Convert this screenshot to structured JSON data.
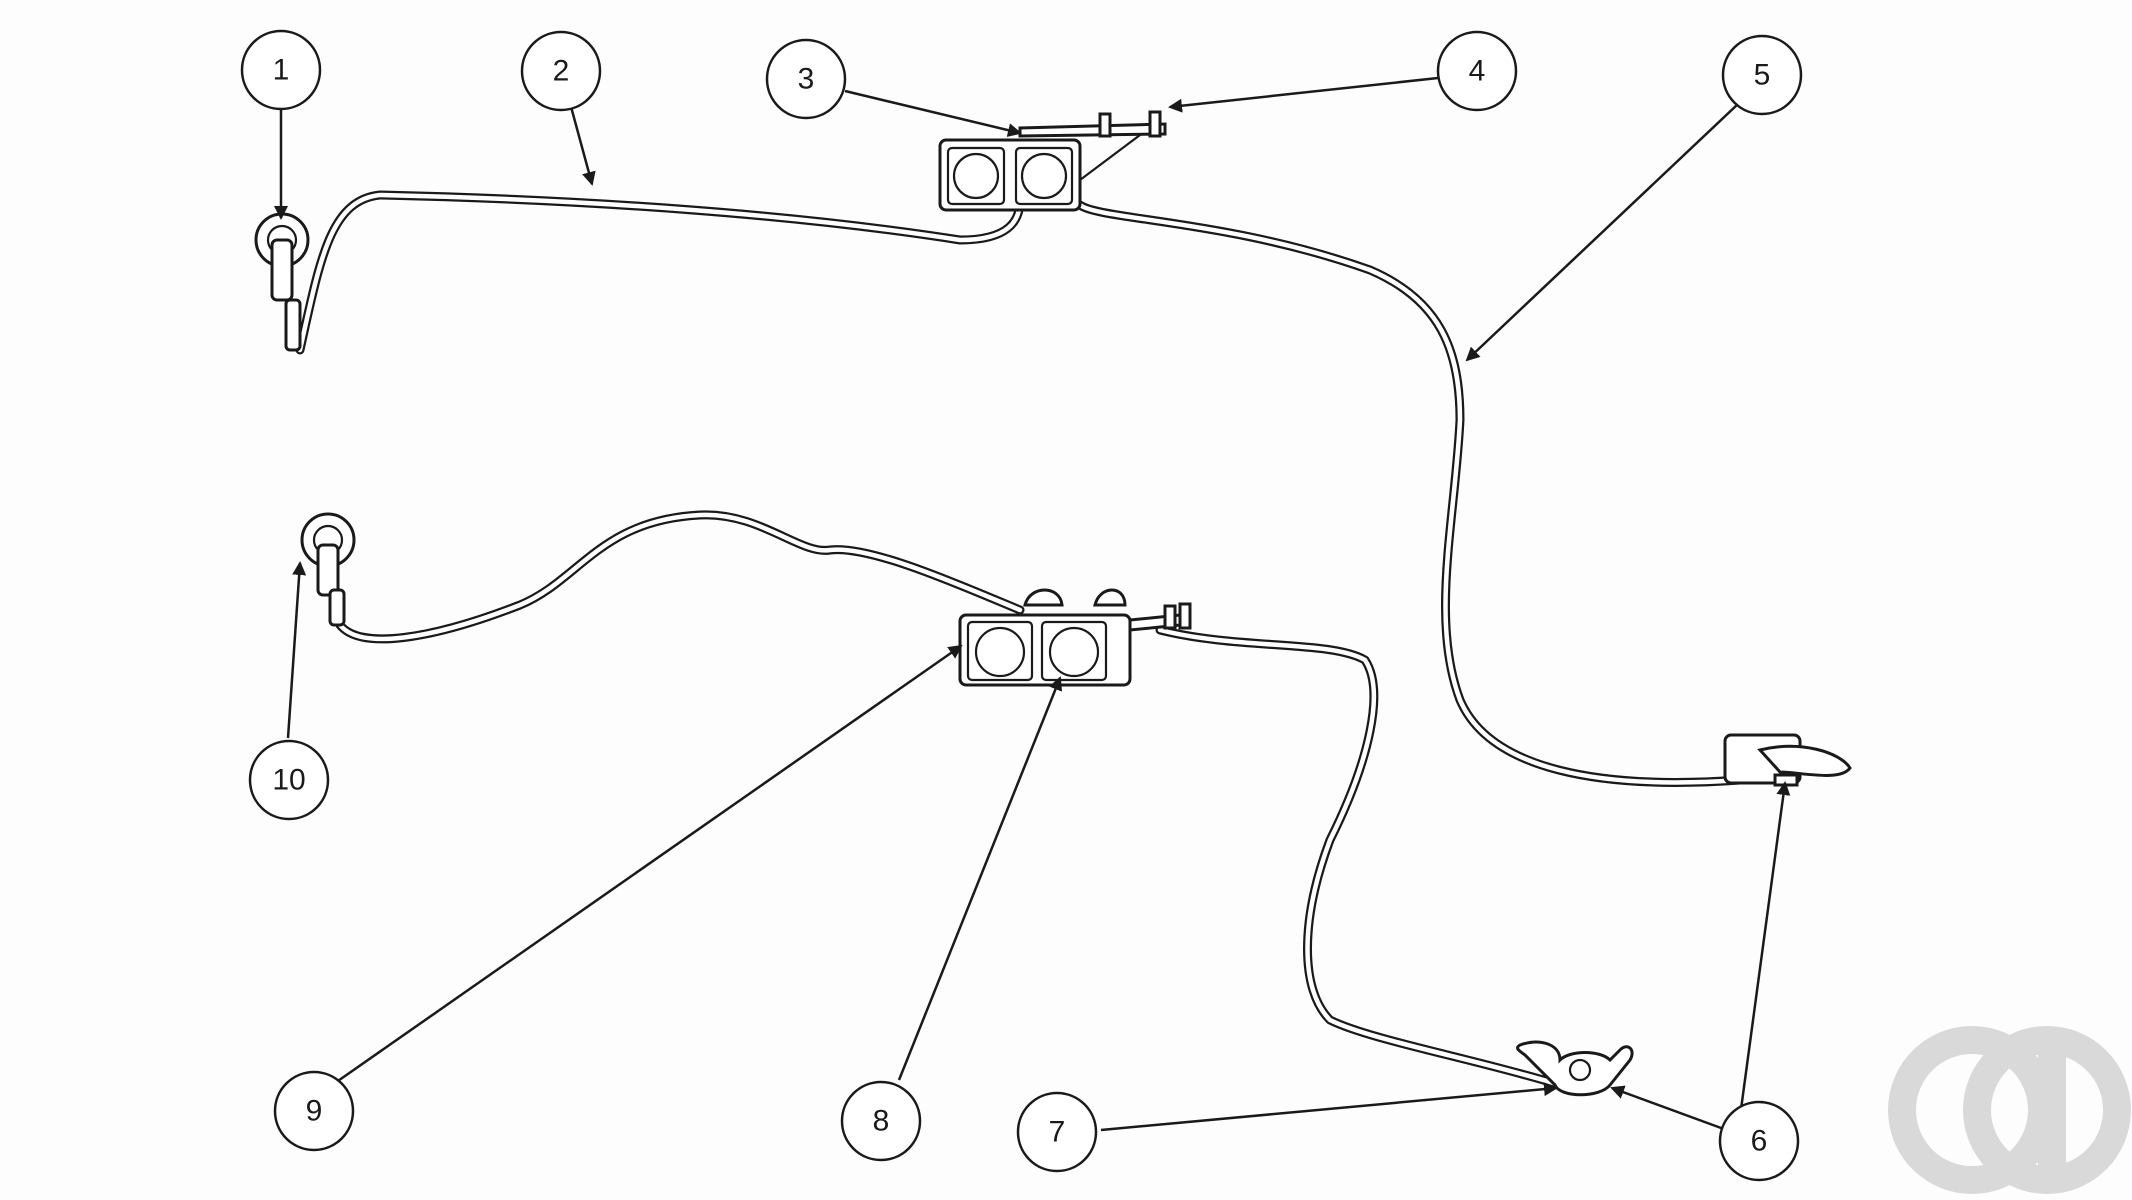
{
  "diagram": {
    "callouts": [
      {
        "id": "1",
        "label": "1"
      },
      {
        "id": "2",
        "label": "2"
      },
      {
        "id": "3",
        "label": "3"
      },
      {
        "id": "4",
        "label": "4"
      },
      {
        "id": "5",
        "label": "5"
      },
      {
        "id": "6",
        "label": "6"
      },
      {
        "id": "7",
        "label": "7"
      },
      {
        "id": "8",
        "label": "8"
      },
      {
        "id": "9",
        "label": "9"
      },
      {
        "id": "10",
        "label": "10"
      }
    ]
  },
  "colors": {
    "line": "#1a1a1a",
    "background": "#fdfdfd",
    "watermark": "#d9d9d9"
  },
  "watermark": {
    "icon": "ao-logo-icon"
  }
}
